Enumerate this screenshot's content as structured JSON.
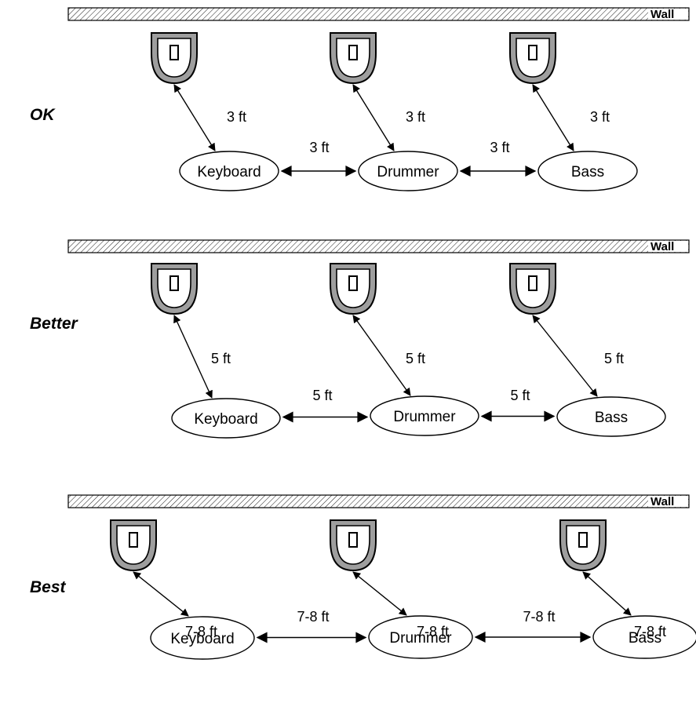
{
  "rows": [
    {
      "label": "OK",
      "wall_label": "Wall",
      "instruments": [
        "Keyboard",
        "Drummer",
        "Bass"
      ],
      "monitor_distance_labels": [
        "3 ft",
        "3 ft",
        "3 ft"
      ],
      "spacing_labels": [
        "3 ft",
        "3 ft"
      ]
    },
    {
      "label": "Better",
      "wall_label": "Wall",
      "instruments": [
        "Keyboard",
        "Drummer",
        "Bass"
      ],
      "monitor_distance_labels": [
        "5 ft",
        "5 ft",
        "5 ft"
      ],
      "spacing_labels": [
        "5 ft",
        "5 ft"
      ]
    },
    {
      "label": "Best",
      "wall_label": "Wall",
      "instruments": [
        "Keyboard",
        "Drummer",
        "Bass"
      ],
      "monitor_distance_labels": [
        "7-8 ft",
        "7-8 ft",
        "7-8 ft"
      ],
      "spacing_labels": [
        "7-8 ft",
        "7-8 ft"
      ]
    }
  ]
}
